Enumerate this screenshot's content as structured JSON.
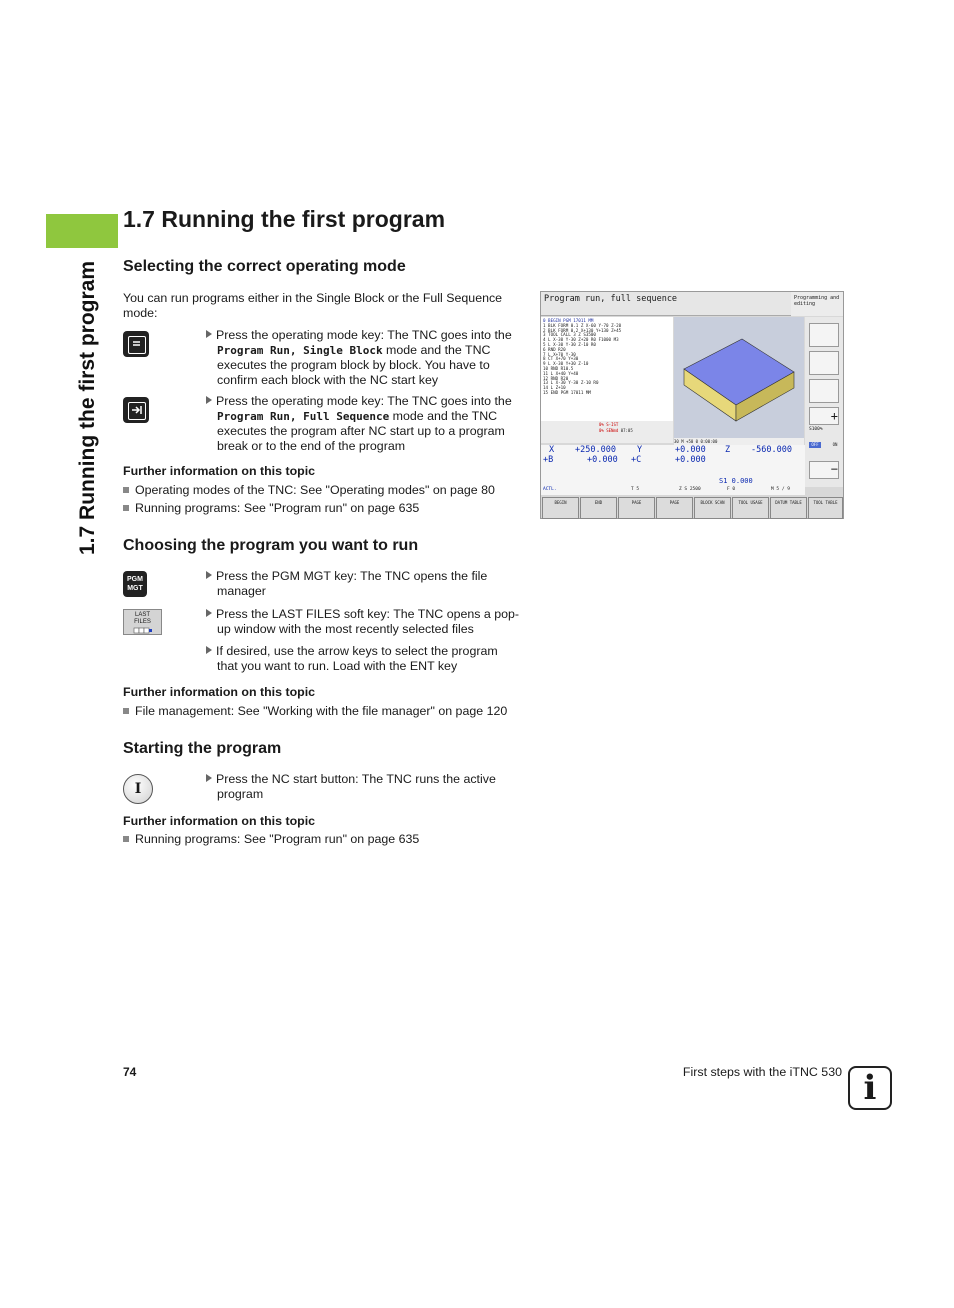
{
  "side_tab": {
    "text": "1.7 Running the first program",
    "color": "#8fc73e"
  },
  "chapter_title": "1.7 Running the first program",
  "sections": {
    "mode": {
      "heading": "Selecting the correct operating mode",
      "intro": "You can run programs either in the Single Block or the Full Sequence mode:",
      "step1": {
        "pre": "Press the operating mode key: The TNC goes into the",
        "mono": "Program Run, Single Block",
        "post": "mode and the TNC",
        "rest": "executes the program block by block. You have to confirm each block with the NC start key"
      },
      "step2": {
        "pre": "Press the operating mode key: The TNC goes into the",
        "mono": "Program Run, Full Sequence",
        "post": "mode and the TNC",
        "rest": "executes the program after NC start up to a program break or to the end of the program"
      },
      "further_heading": "Further information on this topic",
      "links": [
        "Operating modes of the TNC: See \"Operating modes\" on page 80",
        "Running programs: See \"Program run\" on page 635"
      ]
    },
    "choose": {
      "heading": "Choosing the program you want to run",
      "pgm_key": "PGM\nMGT",
      "softkey": "LAST\nFILES",
      "step1_a": "Press the PGM MGT key: The TNC opens the file",
      "step1_b": "manager",
      "step2_a": "Press the LAST FILES soft key: The TNC opens a pop-",
      "step2_b": "up window with the most recently selected files",
      "step3_a": "If desired, use the arrow keys to select the program",
      "step3_b": "that you want to run. Load with the ENT key",
      "further_heading": "Further information on this topic",
      "links": [
        "File management: See \"Working with the file manager\" on page 120"
      ]
    },
    "start": {
      "heading": "Starting the program",
      "key": "I",
      "step1_a": "Press the NC start button: The TNC runs the active",
      "step1_b": "program",
      "further_heading": "Further information on this topic",
      "links": [
        "Running programs: See \"Program run\" on page 635"
      ]
    }
  },
  "screenshot": {
    "header": "Program run, full sequence",
    "header_right": "Programming and editing",
    "program_lines": [
      "0  BEGIN PGM 17011 MM",
      "1  BLK FORM 0.1 Z  X-60  Y-70  Z-20",
      "2  BLK FORM 0.2  X+130  Y+130  Z+45",
      "3  TOOL CALL 3 Z S3500",
      "4  L  X-30  Y-30  Z+20 R0 F1000 M3",
      "5  L  X-30  Y-30  Z-10 R0",
      "6  RND R20",
      "7  L  X+70  Y-30",
      "8  CT  X+70  Y+30",
      "9  L  X-30  Y+30  Z-10",
      "10 RND R10.5",
      "11 L  X+40  Y+40",
      "12 RND R20",
      "13 L  X-30  Y-30  Z-10 R0",
      "14 L  Z+10",
      "15 END PGM 17011 MM"
    ],
    "messages": [
      "0% S-IST",
      "0% SENmd"
    ],
    "time": "07:05",
    "status": "30 M +50 0     0:00:00",
    "positions": [
      {
        "axis": "X",
        "val": "+250.000",
        "axis2": "Y",
        "val2": "+0.000",
        "axis3": "Z",
        "val3": "-560.000"
      },
      {
        "axis": "+B",
        "val": "+0.000",
        "axis2": "+C",
        "val2": "+0.000",
        "axis3": "",
        "val3": ""
      }
    ],
    "actl": "ACTL.",
    "tool_info": {
      "t": "T 5",
      "s": "S1  0.000",
      "f": "F 0",
      "m": "M 5 / 9",
      "zs": "Z S 2500"
    },
    "softkeys": [
      "BEGIN",
      "END",
      "PAGE",
      "PAGE",
      "BLOCK SCAN",
      "TOOL USAGE",
      "DATUM TABLE",
      "TOOL TABLE"
    ],
    "override": "S100%",
    "off_on": [
      "OFF",
      "ON"
    ]
  },
  "footer": {
    "page": "74",
    "title": "First steps with the iTNC 530",
    "info_glyph": "i"
  }
}
